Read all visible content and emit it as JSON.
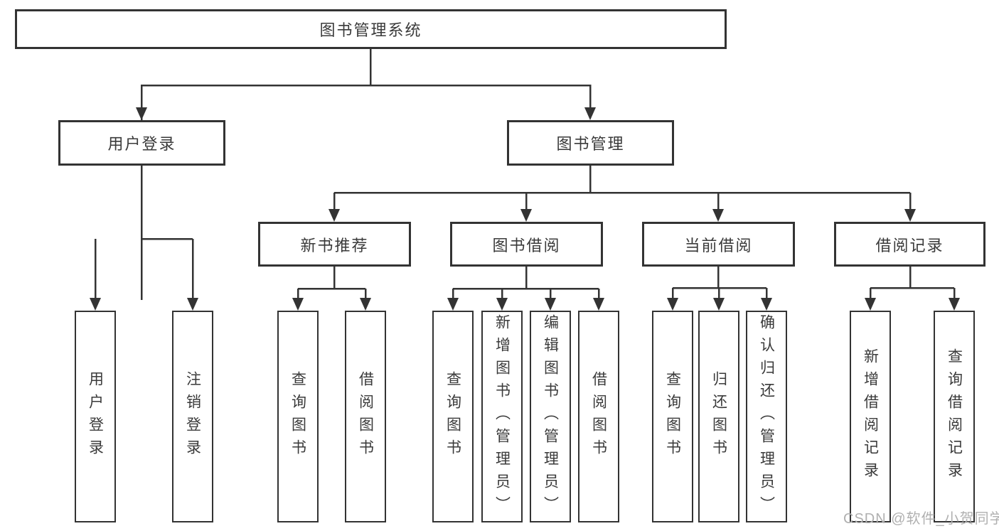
{
  "diagram": {
    "root": {
      "label": "图书管理系统",
      "children": [
        {
          "label": "用户登录",
          "children": [
            {
              "label": "用户登录"
            },
            {
              "label": "注销登录"
            }
          ]
        },
        {
          "label": "图书管理",
          "children": [
            {
              "label": "新书推荐",
              "children": [
                {
                  "label": "查询图书"
                },
                {
                  "label": "借阅图书"
                }
              ]
            },
            {
              "label": "图书借阅",
              "children": [
                {
                  "label": "查询图书"
                },
                {
                  "label": "新增图书（管理员）"
                },
                {
                  "label": "编辑图书（管理员）"
                },
                {
                  "label": "借阅图书"
                }
              ]
            },
            {
              "label": "当前借阅",
              "children": [
                {
                  "label": "查询图书"
                },
                {
                  "label": "归还图书"
                },
                {
                  "label": "确认归还（管理员）"
                }
              ]
            },
            {
              "label": "借阅记录",
              "children": [
                {
                  "label": "新增借阅记录"
                },
                {
                  "label": "查询借阅记录"
                }
              ]
            }
          ]
        }
      ]
    }
  },
  "watermark": {
    "text": "CSDN @软件_小贺同学"
  },
  "colors": {
    "line": "#333333",
    "box_border": "#333333",
    "box_fill": "#ffffff",
    "text": "#3a3a3a",
    "watermark": "#b0b0b0"
  }
}
